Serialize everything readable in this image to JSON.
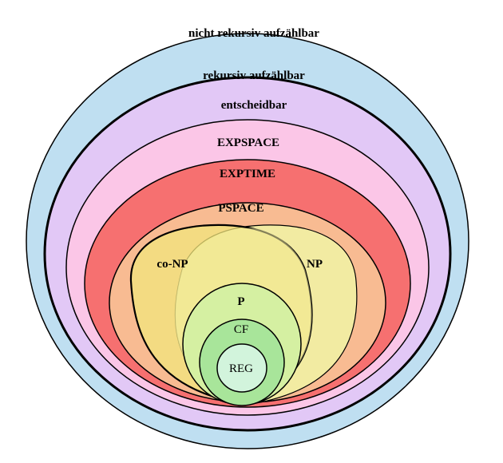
{
  "title": "nicht rekursiv aufzählbar",
  "regions": {
    "re": {
      "label": "rekursiv aufzählbar",
      "color": "#bfdff1"
    },
    "dec": {
      "label": "entscheidbar",
      "color": "#e2c8f6"
    },
    "expspace": {
      "label": "EXPSPACE",
      "color": "#fbc6e7"
    },
    "exptime": {
      "label": "EXPTIME",
      "color": "#f67070"
    },
    "pspace": {
      "label": "PSPACE",
      "color": "#f8bb92"
    },
    "conp": {
      "label": "co-NP",
      "color": "#f2e57c"
    },
    "np": {
      "label": "NP",
      "color": "#f2eba2"
    },
    "p": {
      "label": "P",
      "color": "#d5f0a2"
    },
    "cf": {
      "label": "CF",
      "color": "#a8e59a"
    },
    "reg": {
      "label": "REG",
      "color": "#d2f4dc"
    }
  }
}
